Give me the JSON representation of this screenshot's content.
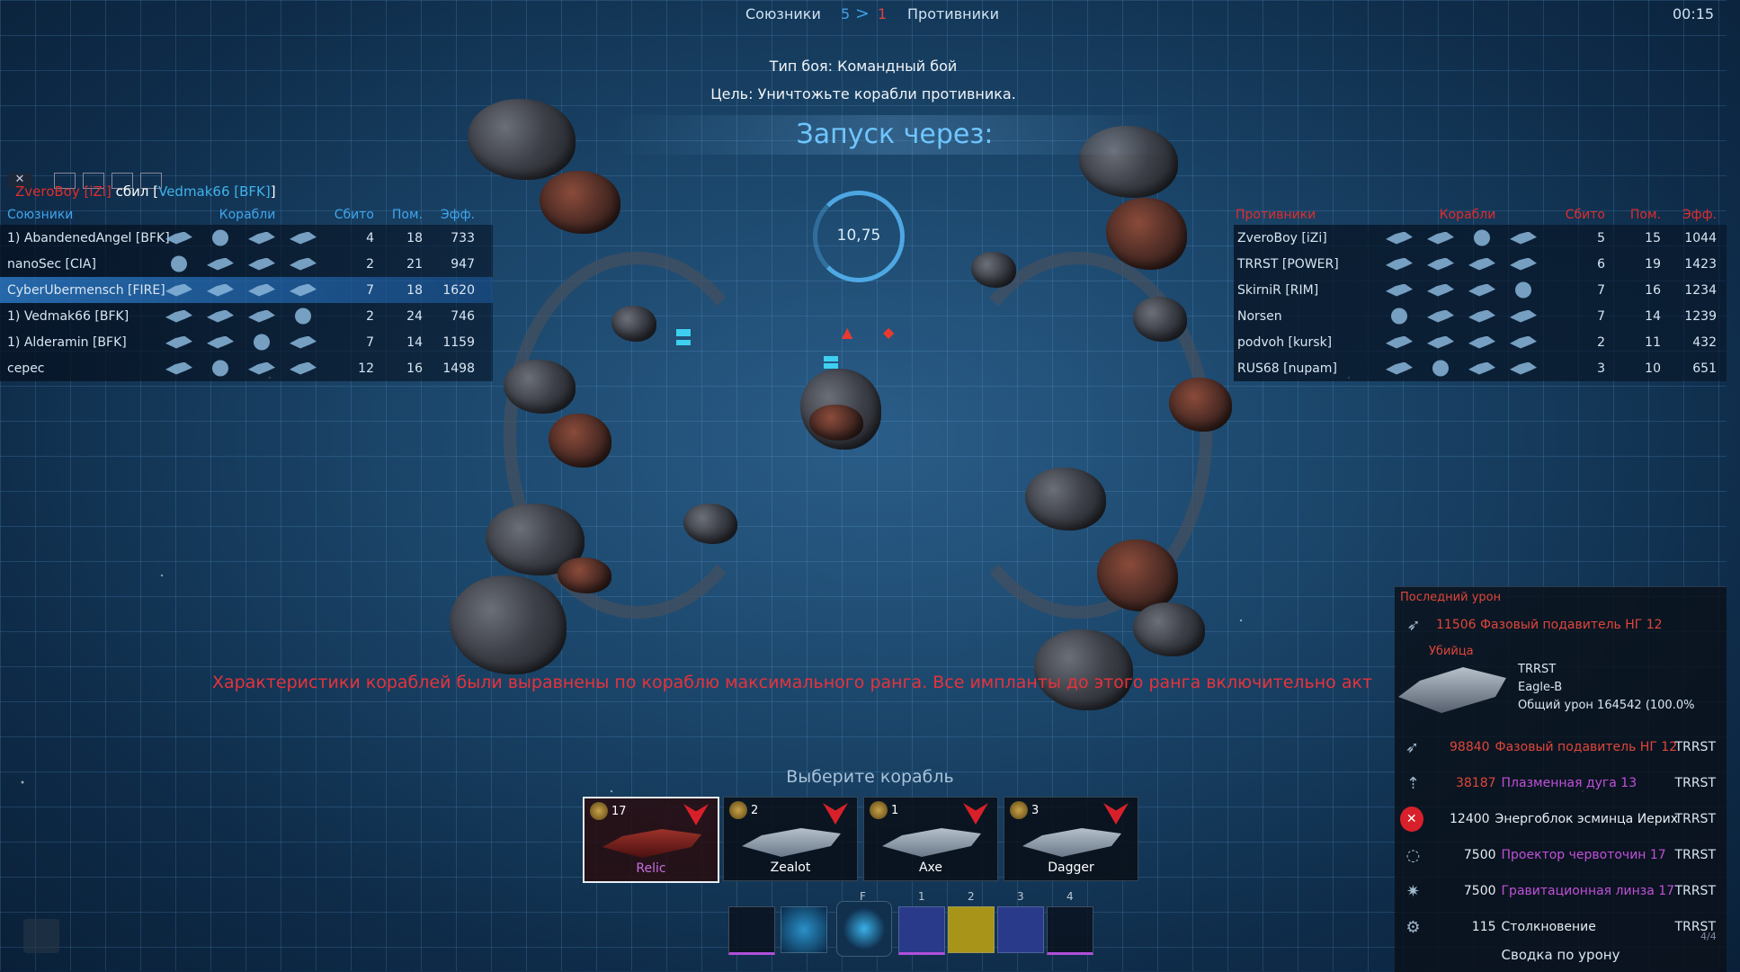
{
  "top": {
    "allies_label": "Союзники",
    "allies_count": "5",
    "arrow": ">",
    "enemies_count": "1",
    "enemies_label": "Противники",
    "timer": "00:15"
  },
  "battle": {
    "type": "Тип боя: Командный бой",
    "goal": "Цель: Уничтожьте корабли противника.",
    "launch": "Запуск через:",
    "countdown": "10,75"
  },
  "kill_feed": {
    "killer": "ZveroBoy [iZi]",
    "verb": "сбил",
    "victim_open": "[",
    "victim": "Vedmak66 [BFK]",
    "victim_close": "]"
  },
  "allies": {
    "headers": {
      "name": "Союзники",
      "ships": "Корабли",
      "kills": "Сбито",
      "assists": "Пом.",
      "eff": "Эфф."
    },
    "rows": [
      {
        "name": "1) AbandenedAngel [BFK]",
        "kills": "4",
        "assists": "18",
        "eff": "733"
      },
      {
        "name": "nanoSec [CIA]",
        "kills": "2",
        "assists": "21",
        "eff": "947"
      },
      {
        "name": "CyberUbermensch [FIRE]",
        "kills": "7",
        "assists": "18",
        "eff": "1620"
      },
      {
        "name": "1) Vedmak66 [BFK]",
        "kills": "2",
        "assists": "24",
        "eff": "746"
      },
      {
        "name": "1) Alderamin [BFK]",
        "kills": "7",
        "assists": "14",
        "eff": "1159"
      },
      {
        "name": "cepec",
        "kills": "12",
        "assists": "16",
        "eff": "1498"
      }
    ]
  },
  "enemies": {
    "headers": {
      "name": "Противники",
      "ships": "Корабли",
      "kills": "Сбито",
      "assists": "Пом.",
      "eff": "Эфф."
    },
    "rows": [
      {
        "name": "ZveroBoy [iZi]",
        "kills": "5",
        "assists": "15",
        "eff": "1044"
      },
      {
        "name": "TRRST [POWER]",
        "kills": "6",
        "assists": "19",
        "eff": "1423"
      },
      {
        "name": "SkirniR [RIM]",
        "kills": "7",
        "assists": "16",
        "eff": "1234"
      },
      {
        "name": "Norsen",
        "kills": "7",
        "assists": "14",
        "eff": "1239"
      },
      {
        "name": "podvoh [kursk]",
        "kills": "2",
        "assists": "11",
        "eff": "432"
      },
      {
        "name": "RUS68 [nupam]",
        "kills": "3",
        "assists": "10",
        "eff": "651"
      }
    ]
  },
  "notice": "Характеристики кораблей были выравнены по кораблю максимального ранга. Все импланты до этого ранга включительно акт",
  "ship_select": {
    "title": "Выберите корабль",
    "cards": [
      {
        "rank": "17",
        "name": "Relic"
      },
      {
        "rank": "2",
        "name": "Zealot"
      },
      {
        "rank": "1",
        "name": "Axe"
      },
      {
        "rank": "3",
        "name": "Dagger"
      }
    ],
    "hotkeys": [
      "F",
      "1",
      "2",
      "3",
      "4"
    ]
  },
  "damage_panel": {
    "title": "Последний урон",
    "first": {
      "amount": "11506",
      "weapon": "Фазовый подавитель НГ 12"
    },
    "killer_label": "Убийца",
    "killer": {
      "name": "TRRST",
      "ship": "Eagle-B",
      "total": "Общий урон 164542 (100.0%"
    },
    "entries": [
      {
        "amount": "98840",
        "weapon": "Фазовый подавитель НГ 12",
        "who": "TRRST",
        "color": "#e0463a"
      },
      {
        "amount": "38187",
        "weapon": "Плазменная дуга 13",
        "who": "TRRST",
        "color": "#c050d8"
      },
      {
        "amount": "12400",
        "weapon": "Энергоблок эсминца Иерих",
        "who": "TRRST",
        "color": "#e6edf3"
      },
      {
        "amount": "7500",
        "weapon": "Проектор червоточин 17",
        "who": "TRRST",
        "color": "#c050d8"
      },
      {
        "amount": "7500",
        "weapon": "Гравитационная линза 17",
        "who": "TRRST",
        "color": "#c050d8"
      },
      {
        "amount": "115",
        "weapon": "Столкновение",
        "who": "TRRST",
        "color": "#e6edf3"
      }
    ],
    "page": "4/4",
    "summary": "Сводка по урону"
  }
}
